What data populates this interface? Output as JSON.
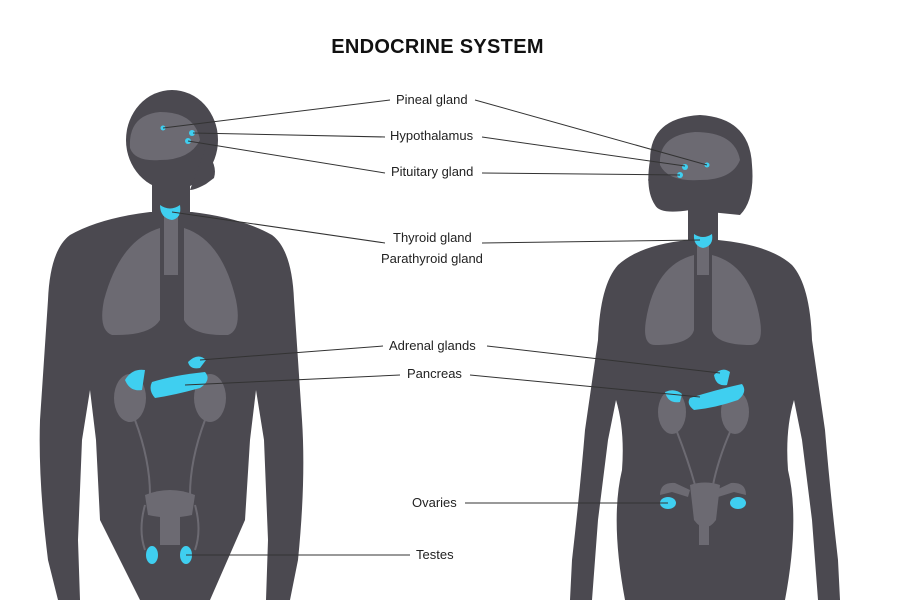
{
  "title": "ENDOCRINE SYSTEM",
  "labels": {
    "pineal": "Pineal gland",
    "hypothalamus": "Hypothalamus",
    "pituitary": "Pituitary gland",
    "thyroid": "Thyroid gland",
    "parathyroid": "Parathyroid gland",
    "adrenal": "Adrenal glands",
    "pancreas": "Pancreas",
    "ovaries": "Ovaries",
    "testes": "Testes"
  },
  "colors": {
    "body": "#4b4950",
    "organ": "#6c6a72",
    "gland": "#3fcff0",
    "line": "#333333"
  }
}
